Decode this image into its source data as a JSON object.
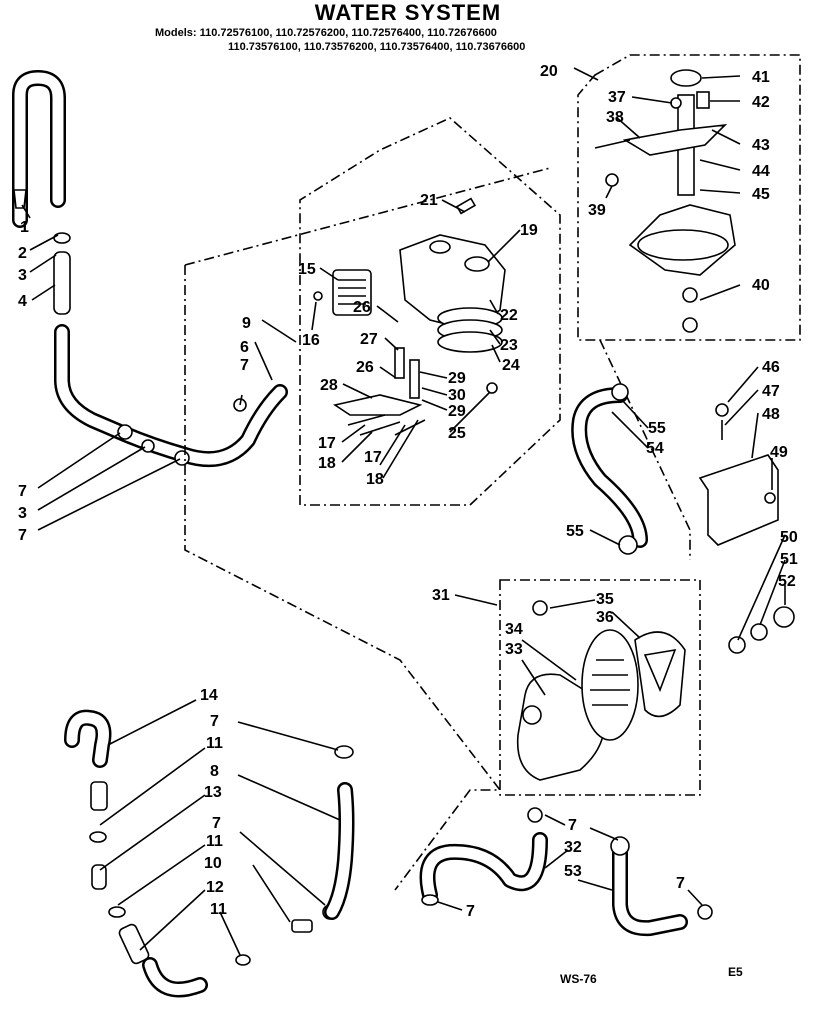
{
  "header": {
    "title": "WATER SYSTEM",
    "models_line1": "Models: 110.72576100, 110.72576200, 110.72576400, 110.72676600",
    "models_line2": "110.73576100, 110.73576200, 110.73576400, 110.73676600"
  },
  "footer": {
    "drawing_code": "WS-76",
    "page_code": "E5"
  },
  "callouts": [
    "1",
    "2",
    "3",
    "4",
    "7",
    "3",
    "7",
    "6",
    "7",
    "9",
    "16",
    "15",
    "26",
    "27",
    "26",
    "28",
    "17",
    "18",
    "17",
    "18",
    "21",
    "19",
    "22",
    "23",
    "24",
    "29",
    "30",
    "29",
    "25",
    "20",
    "37",
    "38",
    "41",
    "42",
    "43",
    "44",
    "39",
    "45",
    "40",
    "46",
    "47",
    "48",
    "49",
    "55",
    "54",
    "55",
    "31",
    "35",
    "36",
    "34",
    "33",
    "50",
    "51",
    "52",
    "14",
    "11",
    "13",
    "11",
    "12",
    "11",
    "10",
    "7",
    "8",
    "7",
    "7",
    "7",
    "32",
    "53",
    "7",
    "7"
  ]
}
